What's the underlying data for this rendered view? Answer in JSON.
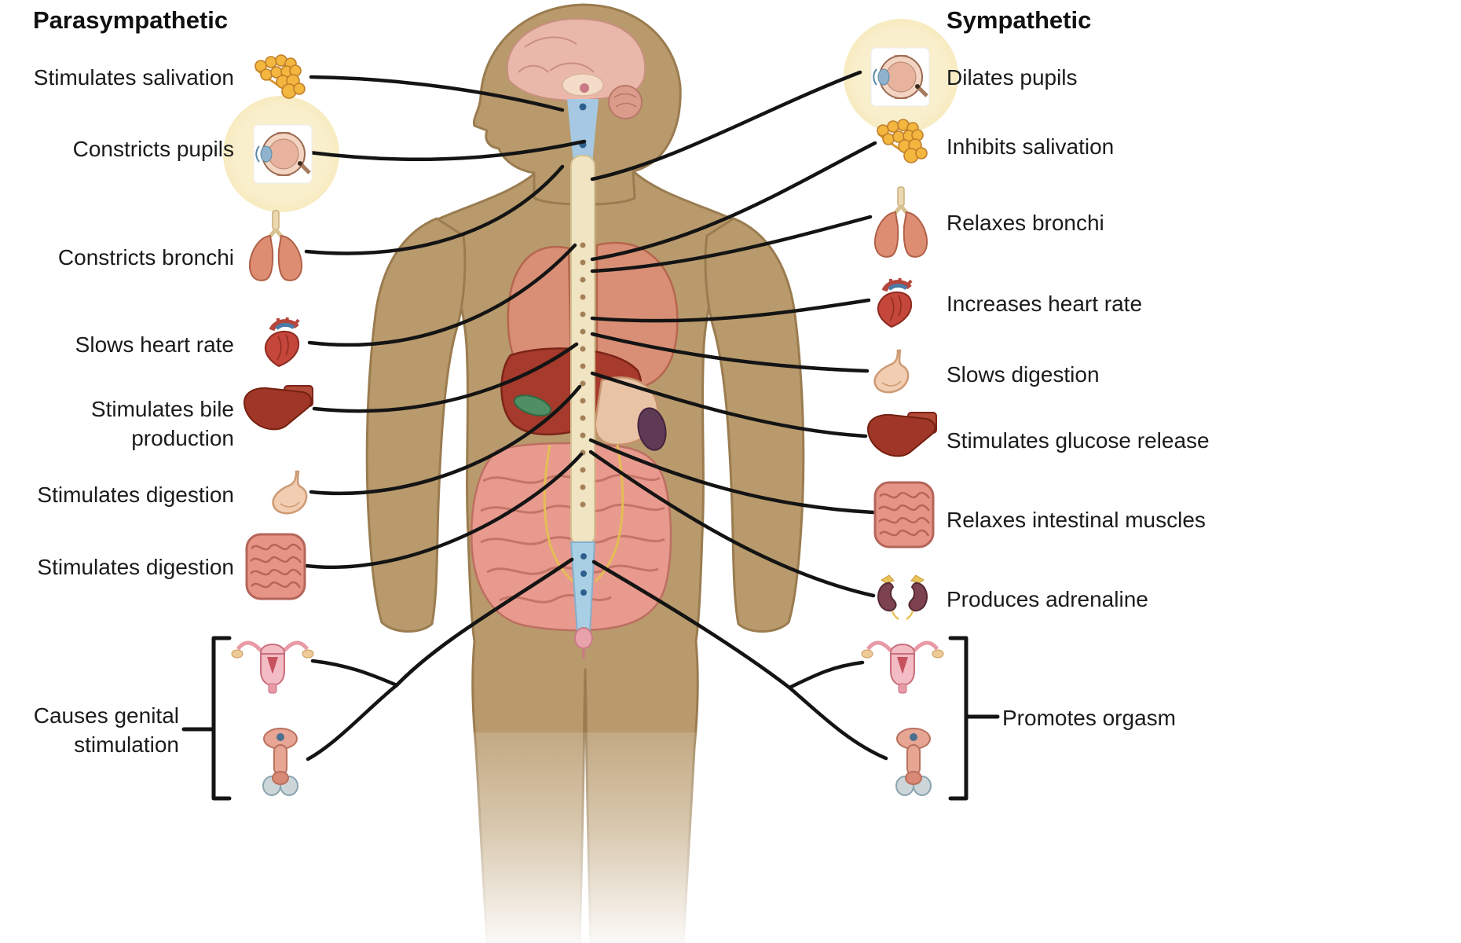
{
  "diagram": {
    "left": {
      "title": "Parasympathetic",
      "items": [
        {
          "label": "Stimulates salivation",
          "icon": "salivary-glands"
        },
        {
          "label": "Constricts pupils",
          "icon": "eye"
        },
        {
          "label": "Constricts bronchi",
          "icon": "lungs"
        },
        {
          "label": "Slows heart rate",
          "icon": "heart"
        },
        {
          "label": "Stimulates bile production",
          "icon": "liver"
        },
        {
          "label": "Stimulates digestion",
          "icon": "stomach"
        },
        {
          "label": "Stimulates digestion",
          "icon": "intestines"
        },
        {
          "label": "Causes genital stimulation",
          "icon": "reproductive-organs"
        }
      ]
    },
    "right": {
      "title": "Sympathetic",
      "items": [
        {
          "label": "Dilates pupils",
          "icon": "eye"
        },
        {
          "label": "Inhibits salivation",
          "icon": "salivary-glands"
        },
        {
          "label": "Relaxes bronchi",
          "icon": "lungs"
        },
        {
          "label": "Increases heart rate",
          "icon": "heart"
        },
        {
          "label": "Slows digestion",
          "icon": "stomach"
        },
        {
          "label": "Stimulates glucose release",
          "icon": "liver"
        },
        {
          "label": "Relaxes intestinal muscles",
          "icon": "intestines"
        },
        {
          "label": "Produces adrenaline",
          "icon": "kidneys-adrenal-glands"
        },
        {
          "label": "Promotes orgasm",
          "icon": "reproductive-organs"
        }
      ]
    },
    "colors": {
      "body": "#b89a6c",
      "outline": "#9a7c50",
      "halo": "#f5e3a8",
      "connector": "#141414"
    }
  }
}
